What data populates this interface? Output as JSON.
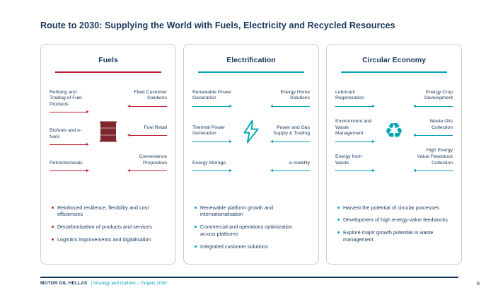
{
  "slide": {
    "title": "Route to 2030: Supplying the World with Fuels, Electricity and Recycled Resources",
    "page_number": "8"
  },
  "footer": {
    "brand": "MOTOR OIL HELLAS",
    "subtitle": "| Strategy and Outlook – Targets 2030"
  },
  "colors": {
    "navy": "#17365C",
    "red": "#C22033",
    "teal": "#00A3B4",
    "panel_border": "#C8CDD3",
    "barrel": "#7F272E"
  },
  "panels": [
    {
      "title": "Fuels",
      "accent": "#C22033",
      "icon": "oil-barrel-icon",
      "left_items": [
        "Refining and Trading of Fuel Products",
        "Biofuels and e-fuels",
        "Petrochemicals"
      ],
      "right_items": [
        "Fleet Customer Solutions",
        "Fuel Retail",
        "Convenience Proposition"
      ],
      "bullets": [
        "Reinforced resilience, flexibility and cost efficiencies",
        "Decarbonisation of products and services",
        "Logistics improvements and digitalisation"
      ]
    },
    {
      "title": "Electrification",
      "accent": "#00A3B4",
      "icon": "lightning-bolt-icon",
      "left_items": [
        "Renewable Power Generation",
        "Thermal Power Generation",
        "Energy Storage"
      ],
      "right_items": [
        "Energy Home Solutions",
        "Power and Gas Supply & Trading",
        "e-mobility"
      ],
      "bullets": [
        "Renewable platform growth and internationalisation",
        "Commercial and operations optimization across platforms",
        "Integrated customer solutions"
      ]
    },
    {
      "title": "Circular Economy",
      "accent": "#00A3B4",
      "icon": "recycle-icon",
      "left_items": [
        "Lubricant Regeneration",
        "Environment and Waste Management",
        "Energy from Waste"
      ],
      "right_items": [
        "Energy Crop Development",
        "Waste Oils Collection",
        "High Energy Value Feedstock Collection"
      ],
      "bullets": [
        "Harvest the potential of circular processes",
        "Development of high energy-value feedstocks",
        "Explore major growth potential in waste management"
      ]
    }
  ]
}
